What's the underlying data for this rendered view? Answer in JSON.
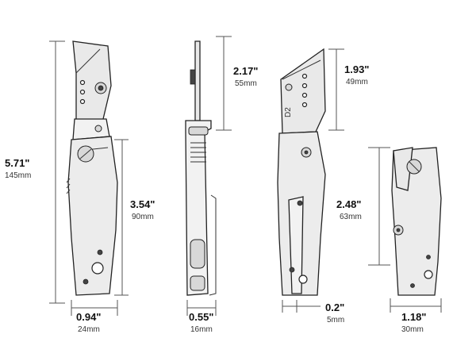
{
  "dimensions": {
    "overall_length": {
      "inch": "5.71\"",
      "mm": "145mm"
    },
    "handle_length": {
      "inch": "3.54\"",
      "mm": "90mm"
    },
    "handle_width": {
      "inch": "0.94\"",
      "mm": "24mm"
    },
    "blade_exposed": {
      "inch": "2.17\"",
      "mm": "55mm"
    },
    "thickness": {
      "inch": "0.55\"",
      "mm": "16mm"
    },
    "blade_length": {
      "inch": "1.93\"",
      "mm": "49mm"
    },
    "clip_thickness": {
      "inch": "0.2\"",
      "mm": "5mm"
    },
    "folded_length": {
      "inch": "2.48\"",
      "mm": "63mm"
    },
    "folded_width": {
      "inch": "1.18\"",
      "mm": "30mm"
    }
  },
  "blade_mark": "D2",
  "colors": {
    "line": "#222222",
    "metal": "#f2f2f2",
    "dimension": "#555555"
  }
}
